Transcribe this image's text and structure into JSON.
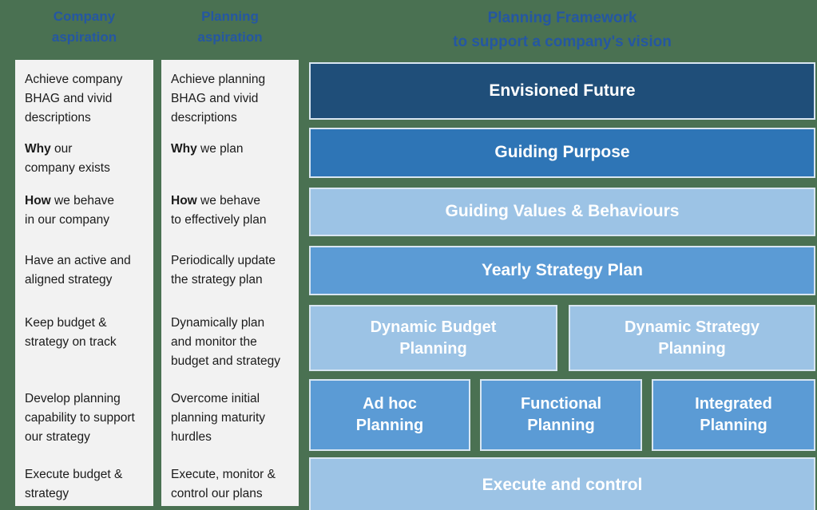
{
  "colors": {
    "background": "#4A7152",
    "column_background": "#F2F2F2",
    "heading_text": "#2557A2",
    "box_border": "#D9E6F2",
    "box_text": "#FFFFFF",
    "item_text": "#1B1B1B",
    "dark_blue": "#1F4E79",
    "medium_blue": "#2E75B6",
    "steel_blue": "#5B9BD5",
    "light_blue": "#9CC3E5"
  },
  "headers": {
    "framework": "Planning Framework\nto support a company's vision"
  },
  "columns": [
    {
      "header": "Company\naspiration",
      "items": [
        {
          "lead": "",
          "rest": "Achieve company\nBHAG and vivid\ndescriptions"
        },
        {
          "lead": "Why",
          "rest": " our\ncompany exists"
        },
        {
          "lead": "How",
          "rest": " we behave\nin our company"
        },
        {
          "lead": "",
          "rest": "Have an active and\naligned strategy"
        },
        {
          "lead": "",
          "rest": "Keep budget &\nstrategy on track"
        },
        {
          "lead": "",
          "rest": "Develop planning\ncapability to support\nour strategy"
        },
        {
          "lead": "",
          "rest": "Execute budget &\nstrategy"
        }
      ]
    },
    {
      "header": "Planning\naspiration",
      "items": [
        {
          "lead": "",
          "rest": "Achieve planning\nBHAG and vivid\ndescriptions"
        },
        {
          "lead": "Why",
          "rest": " we plan"
        },
        {
          "lead": "How",
          "rest": " we behave\nto effectively plan"
        },
        {
          "lead": "",
          "rest": "Periodically update\nthe strategy plan"
        },
        {
          "lead": "",
          "rest": "Dynamically plan\nand monitor the\nbudget and strategy"
        },
        {
          "lead": "",
          "rest": "Overcome initial\nplanning maturity\nhurdles"
        },
        {
          "lead": "",
          "rest": "Execute, monitor &\ncontrol our plans"
        }
      ]
    }
  ],
  "framework": {
    "rows": [
      {
        "label": "Envisioned Future",
        "color": "#1F4E79"
      },
      {
        "label": "Guiding Purpose",
        "color": "#2E75B6"
      },
      {
        "label": "Guiding Values & Behaviours",
        "color": "#9CC3E5"
      },
      {
        "label": "Yearly Strategy Plan",
        "color": "#5B9BD5"
      },
      {
        "label": "Dynamic Budget\nPlanning",
        "color": "#9CC3E5"
      },
      {
        "label": "Dynamic Strategy\nPlanning",
        "color": "#9CC3E5"
      },
      {
        "label": "Ad hoc\nPlanning",
        "color": "#5B9BD5"
      },
      {
        "label": "Functional\nPlanning",
        "color": "#5B9BD5"
      },
      {
        "label": "Integrated\nPlanning",
        "color": "#5B9BD5"
      },
      {
        "label": "Execute and control",
        "color": "#9CC3E5"
      }
    ]
  }
}
